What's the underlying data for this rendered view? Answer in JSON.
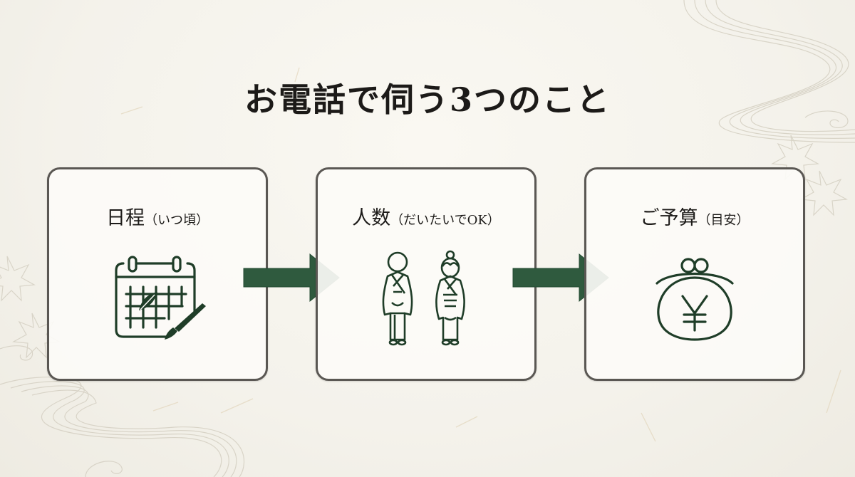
{
  "title": "お電話で伺う3つのこと",
  "colors": {
    "accent_green": "#2f5a3e",
    "icon_stroke": "#1f3d28",
    "card_border": "#5a5753",
    "background": "#f3f1ea"
  },
  "cards": [
    {
      "label": "日程",
      "note": "（いつ頃）",
      "icon": "calendar-brush-icon"
    },
    {
      "label": "人数",
      "note": "（だいたいでOK）",
      "icon": "kimono-couple-icon"
    },
    {
      "label": "ご予算",
      "note": "（目安）",
      "icon": "yen-purse-icon"
    }
  ],
  "arrows": [
    {
      "icon": "arrow-right-icon"
    },
    {
      "icon": "arrow-right-icon"
    }
  ]
}
